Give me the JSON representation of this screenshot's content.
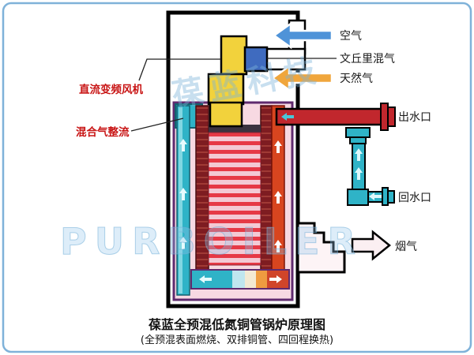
{
  "colors": {
    "frame_border": "#7fb2d9",
    "air_arrow": "#4f93d8",
    "gas_arrow": "#f0a63c",
    "hot_water": "#c1272d",
    "cold_water": "#2fb3c7",
    "fan_body": "#f2d23c",
    "venturi_body": "#3f6bbf",
    "flue_arrow": "#fbeff2",
    "label_red": "#c81414"
  },
  "labels": {
    "air": "空气",
    "venturi_mixer": "文丘里混气",
    "natural_gas": "天然气",
    "dc_inverter_fan": "直流变频风机",
    "mixed_gas_rectifier": "混合气整流",
    "water_outlet": "出水口",
    "water_return": "回水口",
    "flue_gas": "烟气"
  },
  "watermark": {
    "brand_cn": "葆蓝科技",
    "brand_en": "PURBOILER"
  },
  "caption": {
    "title": "葆蓝全预混低氮铜管锅炉原理图",
    "subtitle": "(全预混表面燃烧、双排铜管、四回程换热)"
  }
}
